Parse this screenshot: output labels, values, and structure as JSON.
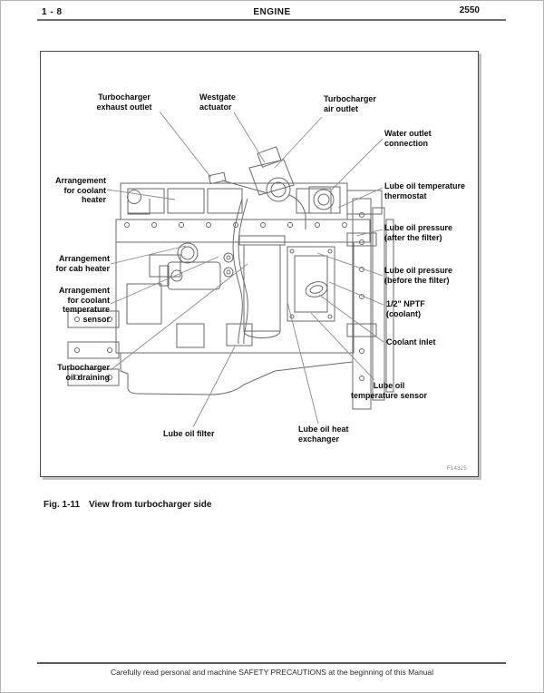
{
  "header": {
    "page_number": "1 - 8",
    "title": "ENGINE",
    "model": "2550"
  },
  "figure": {
    "code": "F14325",
    "caption": {
      "label": "Fig. 1-11",
      "title": "View from turbocharger side"
    },
    "callouts": [
      {
        "id": "turbocharger-exhaust-outlet",
        "text": "Turbocharger\nexhaust outlet"
      },
      {
        "id": "westgate-actuator",
        "text": "Westgate\nactuator"
      },
      {
        "id": "turbocharger-air-outlet",
        "text": "Turbocharger\nair outlet"
      },
      {
        "id": "water-outlet-connection",
        "text": "Water outlet\nconnection"
      },
      {
        "id": "lube-oil-temperature-thermostat",
        "text": "Lube oil temperature\nthermostat"
      },
      {
        "id": "lube-oil-pressure-after-filter",
        "text": "Lube oil pressure\n(after the filter)"
      },
      {
        "id": "lube-oil-pressure-before-filter",
        "text": "Lube oil pressure\n(before the filter)"
      },
      {
        "id": "half-inch-nptf-coolant",
        "text": "1/2\" NPTF\n(coolant)"
      },
      {
        "id": "coolant-inlet",
        "text": "Coolant inlet"
      },
      {
        "id": "lube-oil-temperature-sensor",
        "text": "Lube oil\ntemperature sensor"
      },
      {
        "id": "lube-oil-heat-exchanger",
        "text": "Lube oil heat\nexchanger"
      },
      {
        "id": "lube-oil-filter",
        "text": "Lube oil filter"
      },
      {
        "id": "arrangement-coolant-heater",
        "text": "Arrangement\nfor coolant\nheater"
      },
      {
        "id": "arrangement-cab-heater",
        "text": "Arrangement\nfor cab heater"
      },
      {
        "id": "arrangement-coolant-temperature-sensor",
        "text": "Arrangement\nfor coolant\ntemperature\nsensor"
      },
      {
        "id": "turbocharger-oil-draining",
        "text": "Turbocharger\noil draining"
      }
    ]
  },
  "footer": {
    "notice": "Carefully read personal and machine SAFETY PRECAUTIONS at the beginning of this Manual"
  }
}
